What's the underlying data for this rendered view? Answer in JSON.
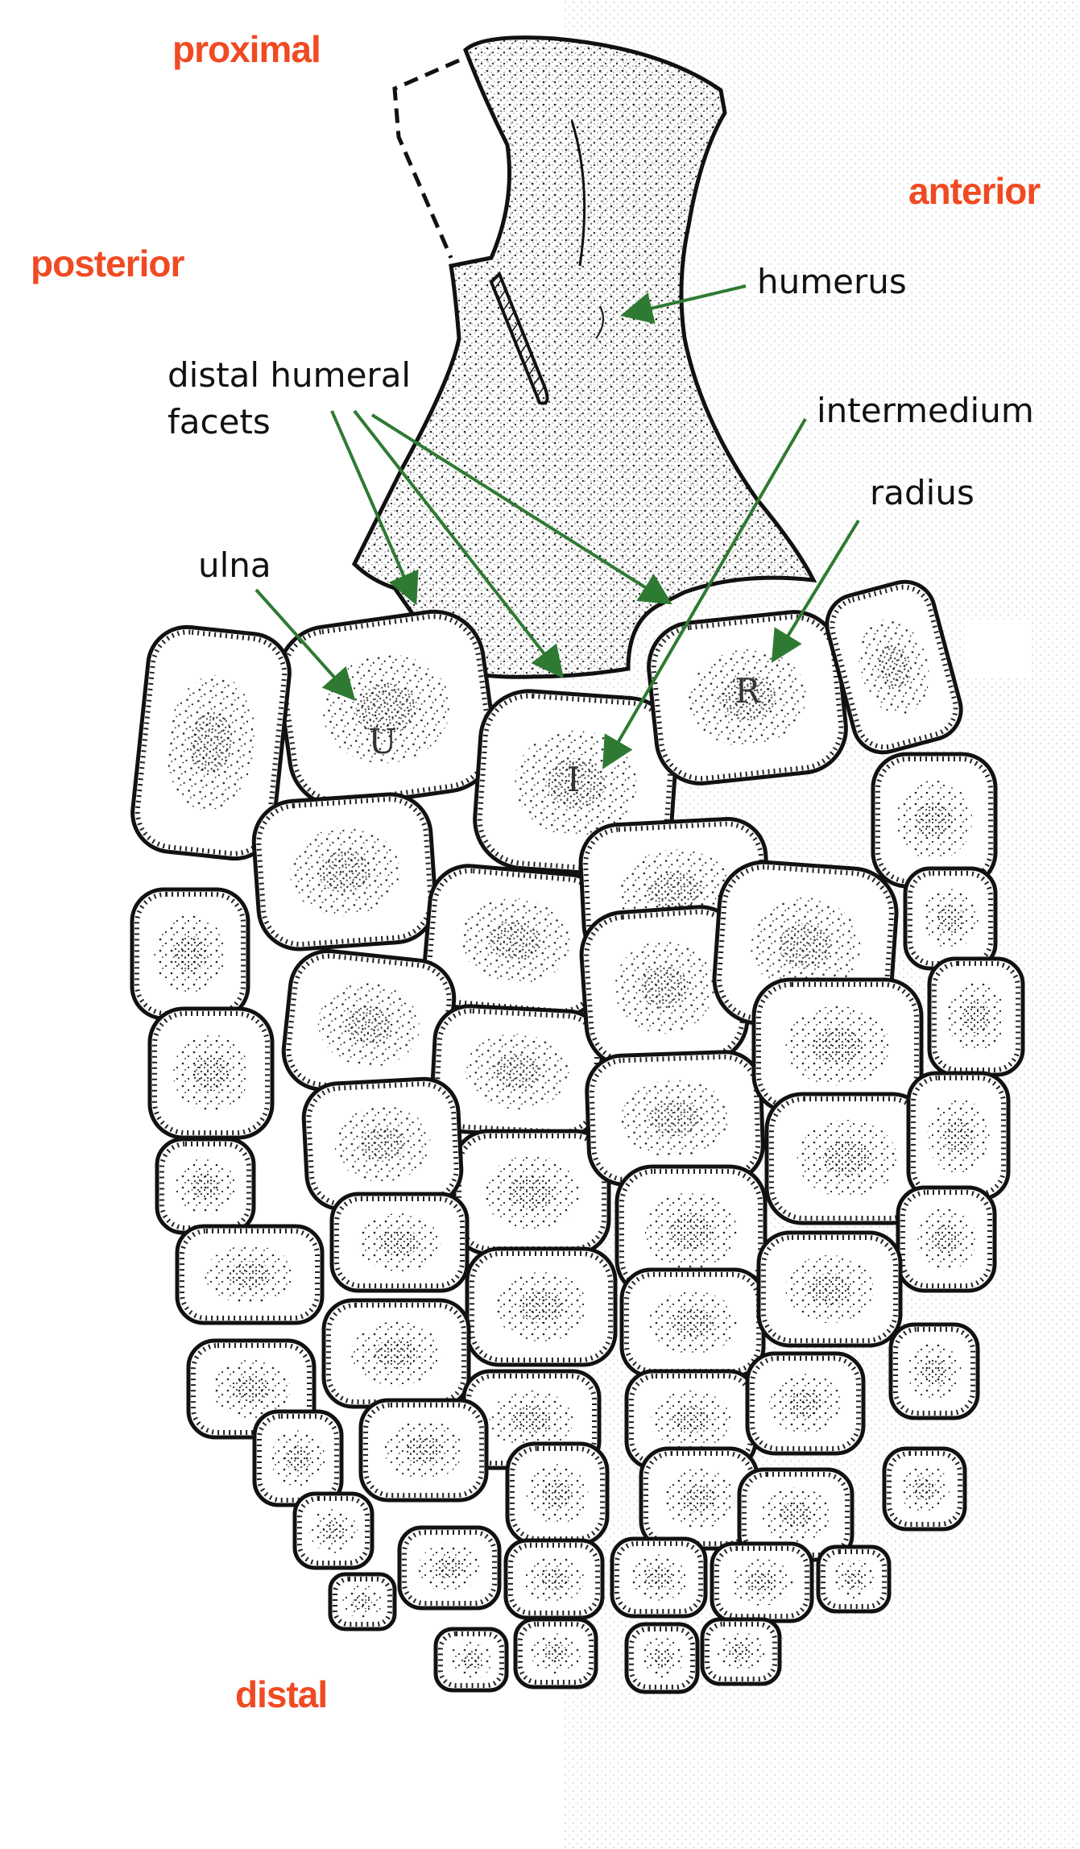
{
  "colors": {
    "orientation_label": "#f04a23",
    "leader_arrow": "#2f7a33",
    "bone_fill": "#ffffff",
    "bone_outline": "#111111",
    "stipple": "#222222",
    "background_stipple": "#c8c8c8"
  },
  "orientation_labels": {
    "proximal": "proximal",
    "anterior": "anterior",
    "posterior": "posterior",
    "distal": "distal"
  },
  "anatomy_labels": {
    "humerus": "humerus",
    "distal_humeral_facets_line1": "distal humeral",
    "distal_humeral_facets_line2": "facets",
    "intermedium": "intermedium",
    "radius": "radius",
    "ulna": "ulna"
  },
  "bone_letters": {
    "ulna": "U",
    "intermedium": "I",
    "radius": "R"
  }
}
